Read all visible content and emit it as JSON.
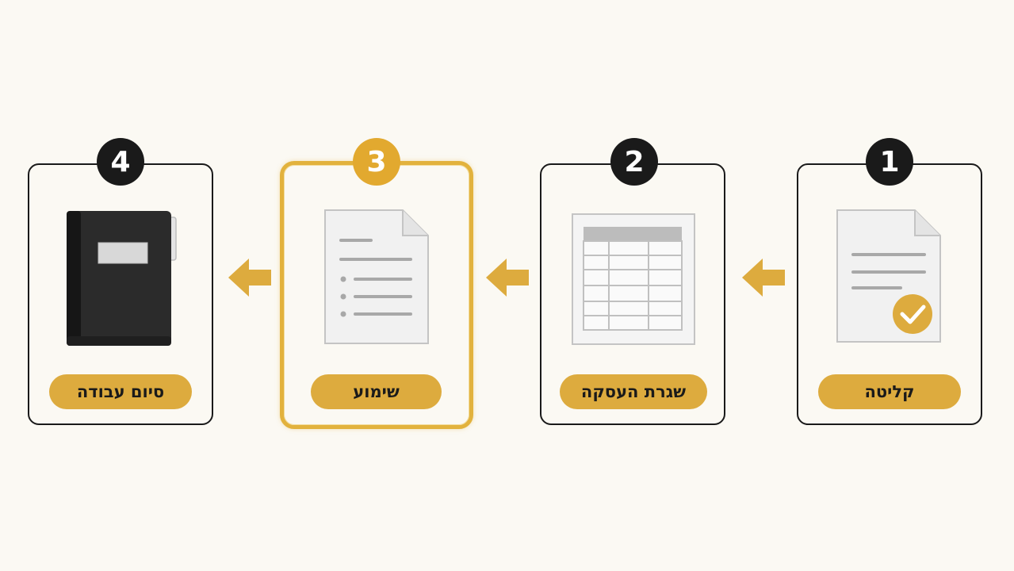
{
  "steps": [
    {
      "number": "1",
      "label": "קליטה",
      "icon": "document-check-icon"
    },
    {
      "number": "2",
      "label": "שגרת העסקה",
      "icon": "spreadsheet-icon"
    },
    {
      "number": "3",
      "label": "שימוע",
      "icon": "document-list-icon",
      "highlighted": true
    },
    {
      "number": "4",
      "label": "סיום עבודה",
      "icon": "binder-icon"
    }
  ],
  "colors": {
    "background": "#fbf9f3",
    "accent": "#ddab3e",
    "highlight_border": "#e2b23d",
    "badge": "#1a1a1a"
  }
}
